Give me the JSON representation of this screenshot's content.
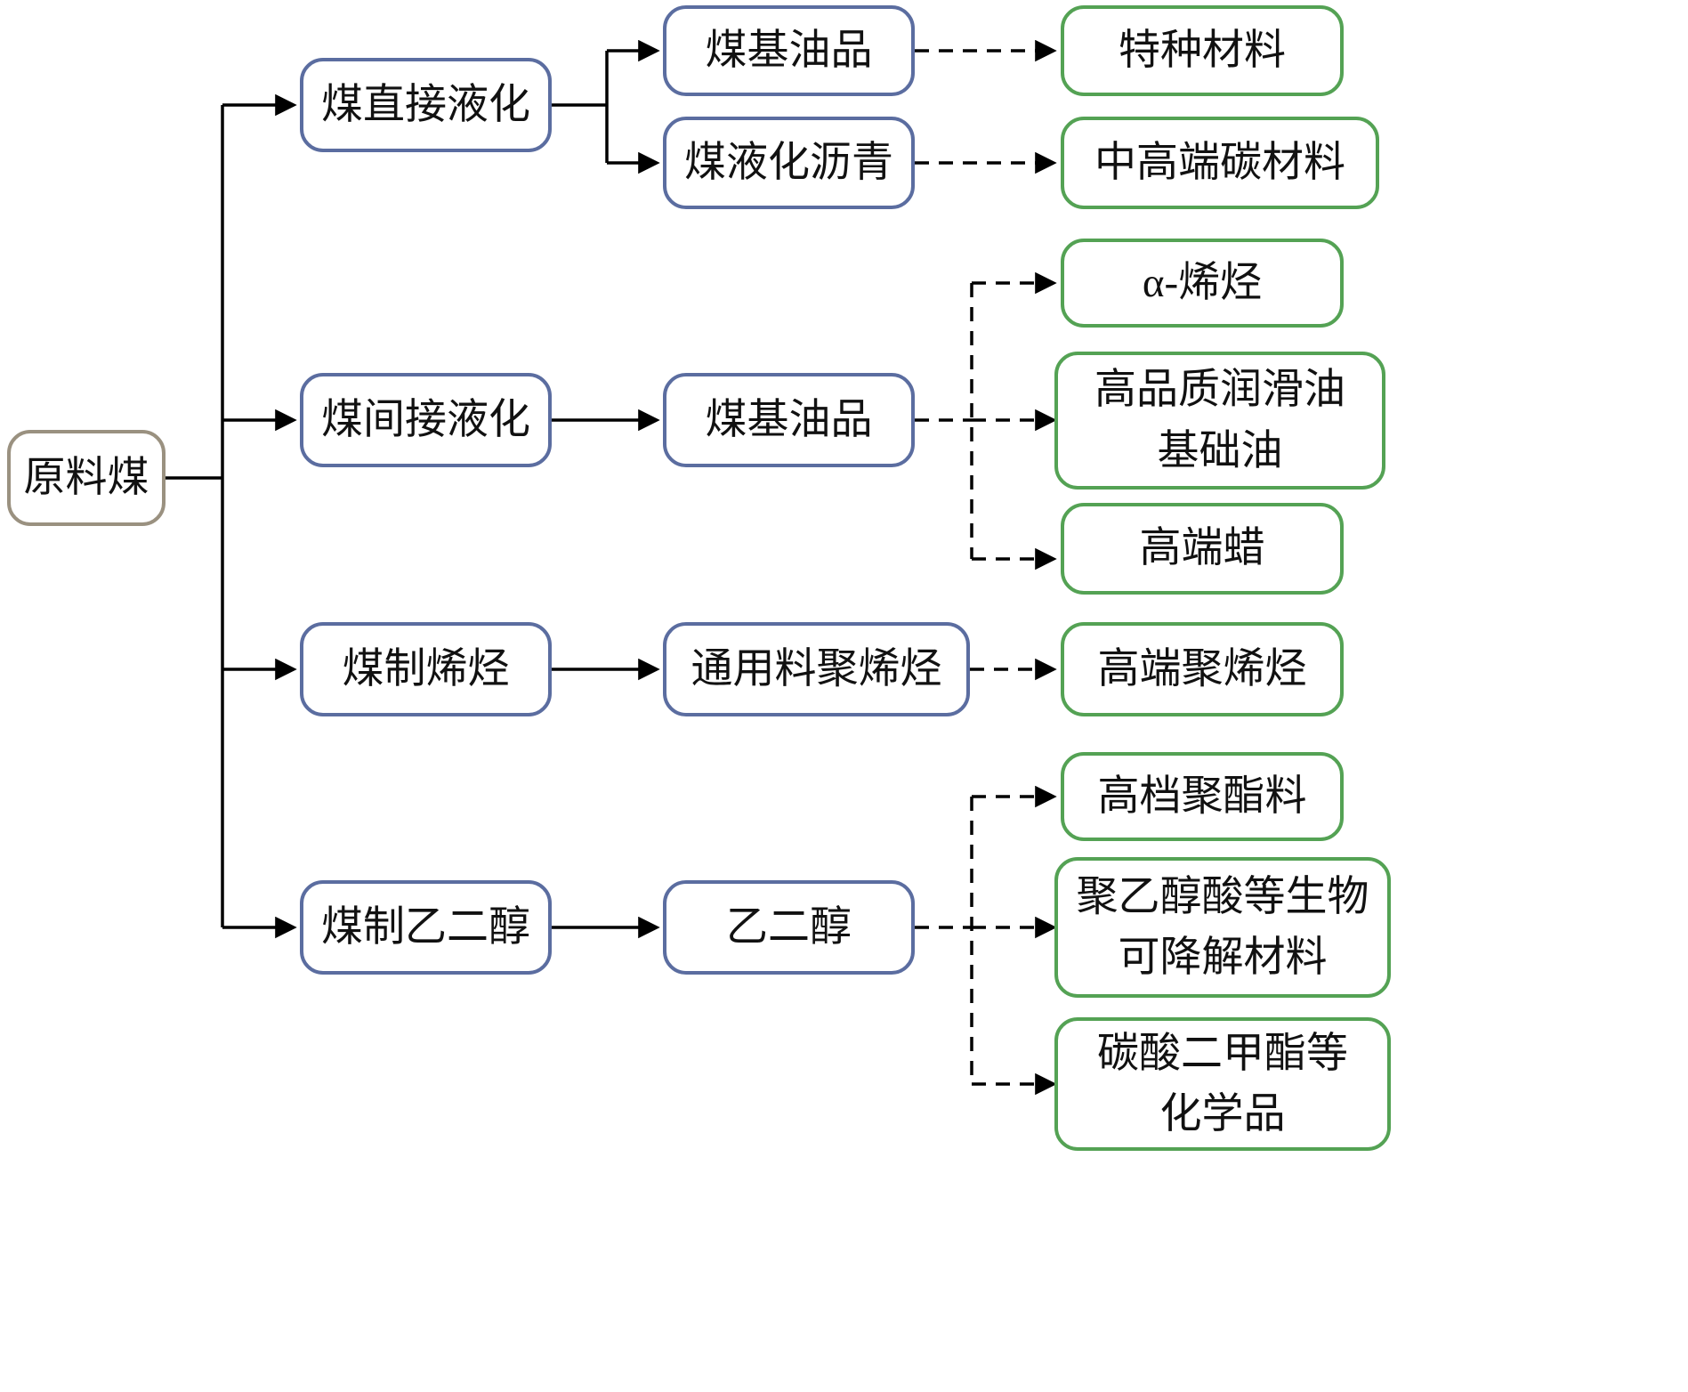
{
  "diagram": {
    "root": {
      "id": "root",
      "label": "原料煤"
    },
    "processes": [
      {
        "id": "process-0",
        "label": "煤直接液化"
      },
      {
        "id": "process-1",
        "label": "煤间接液化"
      },
      {
        "id": "process-2",
        "label": "煤制烯烃"
      },
      {
        "id": "process-3",
        "label": "煤制乙二醇"
      }
    ],
    "intermediates": [
      {
        "id": "intermediate-0",
        "label": "煤基油品"
      },
      {
        "id": "intermediate-1",
        "label": "煤液化沥青"
      },
      {
        "id": "intermediate-2",
        "label": "煤基油品"
      },
      {
        "id": "intermediate-3",
        "label": "通用料聚烯烃"
      },
      {
        "id": "intermediate-4",
        "label": "乙二醇"
      }
    ],
    "products": [
      {
        "id": "product-0",
        "label": "特种材料"
      },
      {
        "id": "product-1",
        "label": "中高端碳材料"
      },
      {
        "id": "product-2",
        "label": "α-烯烃"
      },
      {
        "id": "product-3",
        "label": "高品质润滑油\n基础油"
      },
      {
        "id": "product-4",
        "label": "高端蜡"
      },
      {
        "id": "product-5",
        "label": "高端聚烯烃"
      },
      {
        "id": "product-6",
        "label": "高档聚酯料"
      },
      {
        "id": "product-7",
        "label": "聚乙醇酸等生物\n可降解材料"
      },
      {
        "id": "product-8",
        "label": "碳酸二甲酯等\n化学品"
      }
    ],
    "edges": [
      {
        "from": "root",
        "to": "process-0",
        "style": "solid"
      },
      {
        "from": "root",
        "to": "process-1",
        "style": "solid"
      },
      {
        "from": "root",
        "to": "process-2",
        "style": "solid"
      },
      {
        "from": "root",
        "to": "process-3",
        "style": "solid"
      },
      {
        "from": "process-0",
        "to": "intermediate-0",
        "style": "solid"
      },
      {
        "from": "process-0",
        "to": "intermediate-1",
        "style": "solid"
      },
      {
        "from": "process-1",
        "to": "intermediate-2",
        "style": "solid"
      },
      {
        "from": "process-2",
        "to": "intermediate-3",
        "style": "solid"
      },
      {
        "from": "process-3",
        "to": "intermediate-4",
        "style": "solid"
      },
      {
        "from": "intermediate-0",
        "to": "product-0",
        "style": "dashed"
      },
      {
        "from": "intermediate-1",
        "to": "product-1",
        "style": "dashed"
      },
      {
        "from": "intermediate-2",
        "to": "product-2",
        "style": "dashed"
      },
      {
        "from": "intermediate-2",
        "to": "product-3",
        "style": "dashed"
      },
      {
        "from": "intermediate-2",
        "to": "product-4",
        "style": "dashed"
      },
      {
        "from": "intermediate-3",
        "to": "product-5",
        "style": "dashed"
      },
      {
        "from": "intermediate-4",
        "to": "product-6",
        "style": "dashed"
      },
      {
        "from": "intermediate-4",
        "to": "product-7",
        "style": "dashed"
      },
      {
        "from": "intermediate-4",
        "to": "product-8",
        "style": "dashed"
      }
    ],
    "colors": {
      "root_border": "#9a9180",
      "process_border": "#5b6da0",
      "product_border": "#54a254",
      "line": "#000000",
      "background": "#ffffff"
    }
  }
}
